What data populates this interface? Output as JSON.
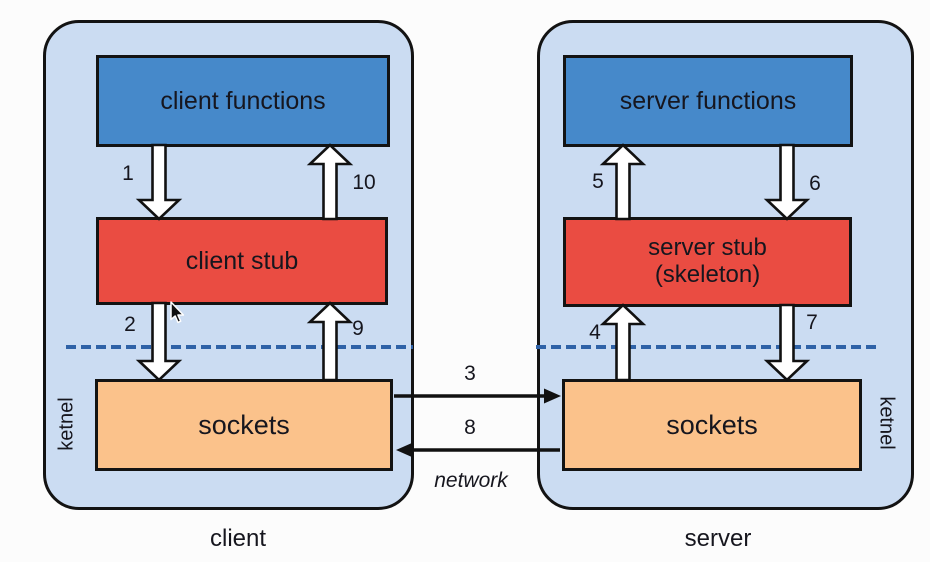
{
  "colors": {
    "page_bg": "#fcfcfc",
    "container_fill": "#cbdcf2",
    "container_border": "#131313",
    "functions_fill": "#4689ca",
    "stub_fill": "#ea4c42",
    "sockets_fill": "#fbc28b",
    "box_border": "#131313",
    "dash_color": "#2f62a7",
    "text_color": "#16161e"
  },
  "client": {
    "caption": "client",
    "kernel_label": "ketnel",
    "functions_label": "client functions",
    "stub_label": "client stub",
    "sockets_label": "sockets"
  },
  "server": {
    "caption": "server",
    "kernel_label": "ketnel",
    "functions_label": "server functions",
    "stub_label_line1": "server stub",
    "stub_label_line2": "(skeleton)",
    "sockets_label": "sockets"
  },
  "network_label": "network",
  "steps": {
    "n1": "1",
    "n2": "2",
    "n3": "3",
    "n4": "4",
    "n5": "5",
    "n6": "6",
    "n7": "7",
    "n8": "8",
    "n9": "9",
    "n10": "10"
  }
}
